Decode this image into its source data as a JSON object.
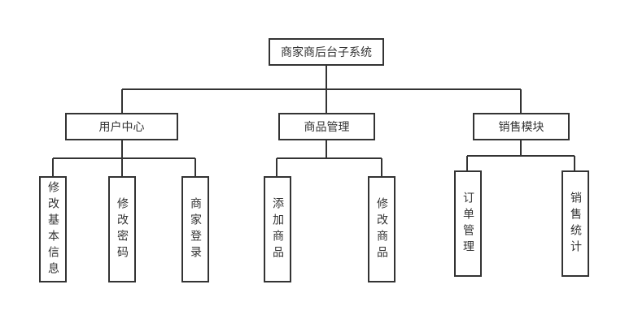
{
  "root": "商家商后台子系统",
  "modules": [
    {
      "label": "用户中心",
      "children": [
        "修改基本信息",
        "修改密码",
        "商家登录"
      ]
    },
    {
      "label": "商品管理",
      "children": [
        "添加商品",
        "修改商品"
      ]
    },
    {
      "label": "销售模块",
      "children": [
        "订单管理",
        "销售统计"
      ]
    }
  ]
}
